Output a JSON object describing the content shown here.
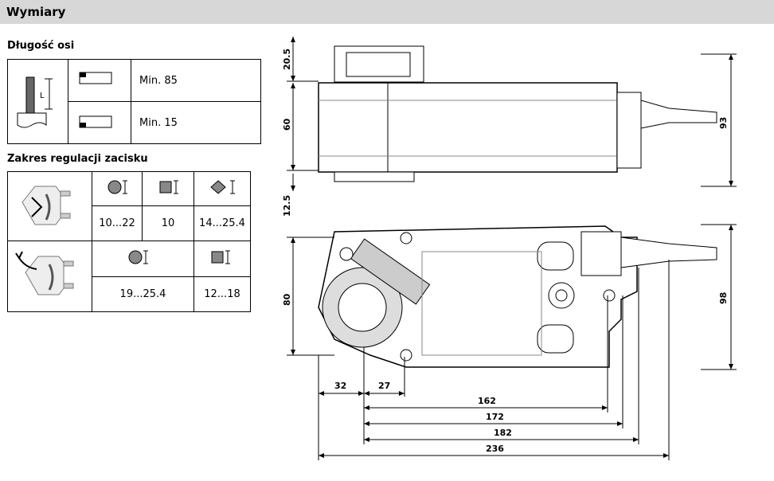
{
  "header": {
    "title": "Wymiary"
  },
  "axle_length": {
    "title": "Długość osi",
    "rows": [
      {
        "label": "Min. 85"
      },
      {
        "label": "Min. 15"
      }
    ]
  },
  "clamp_range": {
    "title": "Zakres regulacji zacisku",
    "row1": [
      "10...22",
      "10",
      "14...25.4"
    ],
    "row2": [
      "19...25.4",
      "12...18"
    ]
  },
  "drawing": {
    "dims": {
      "d20_5": "20.5",
      "d60": "60",
      "d12_5": "12.5",
      "d93": "93",
      "d80": "80",
      "d98": "98",
      "d32": "32",
      "d27": "27",
      "d162": "162",
      "d172": "172",
      "d182": "182",
      "d236": "236"
    }
  }
}
